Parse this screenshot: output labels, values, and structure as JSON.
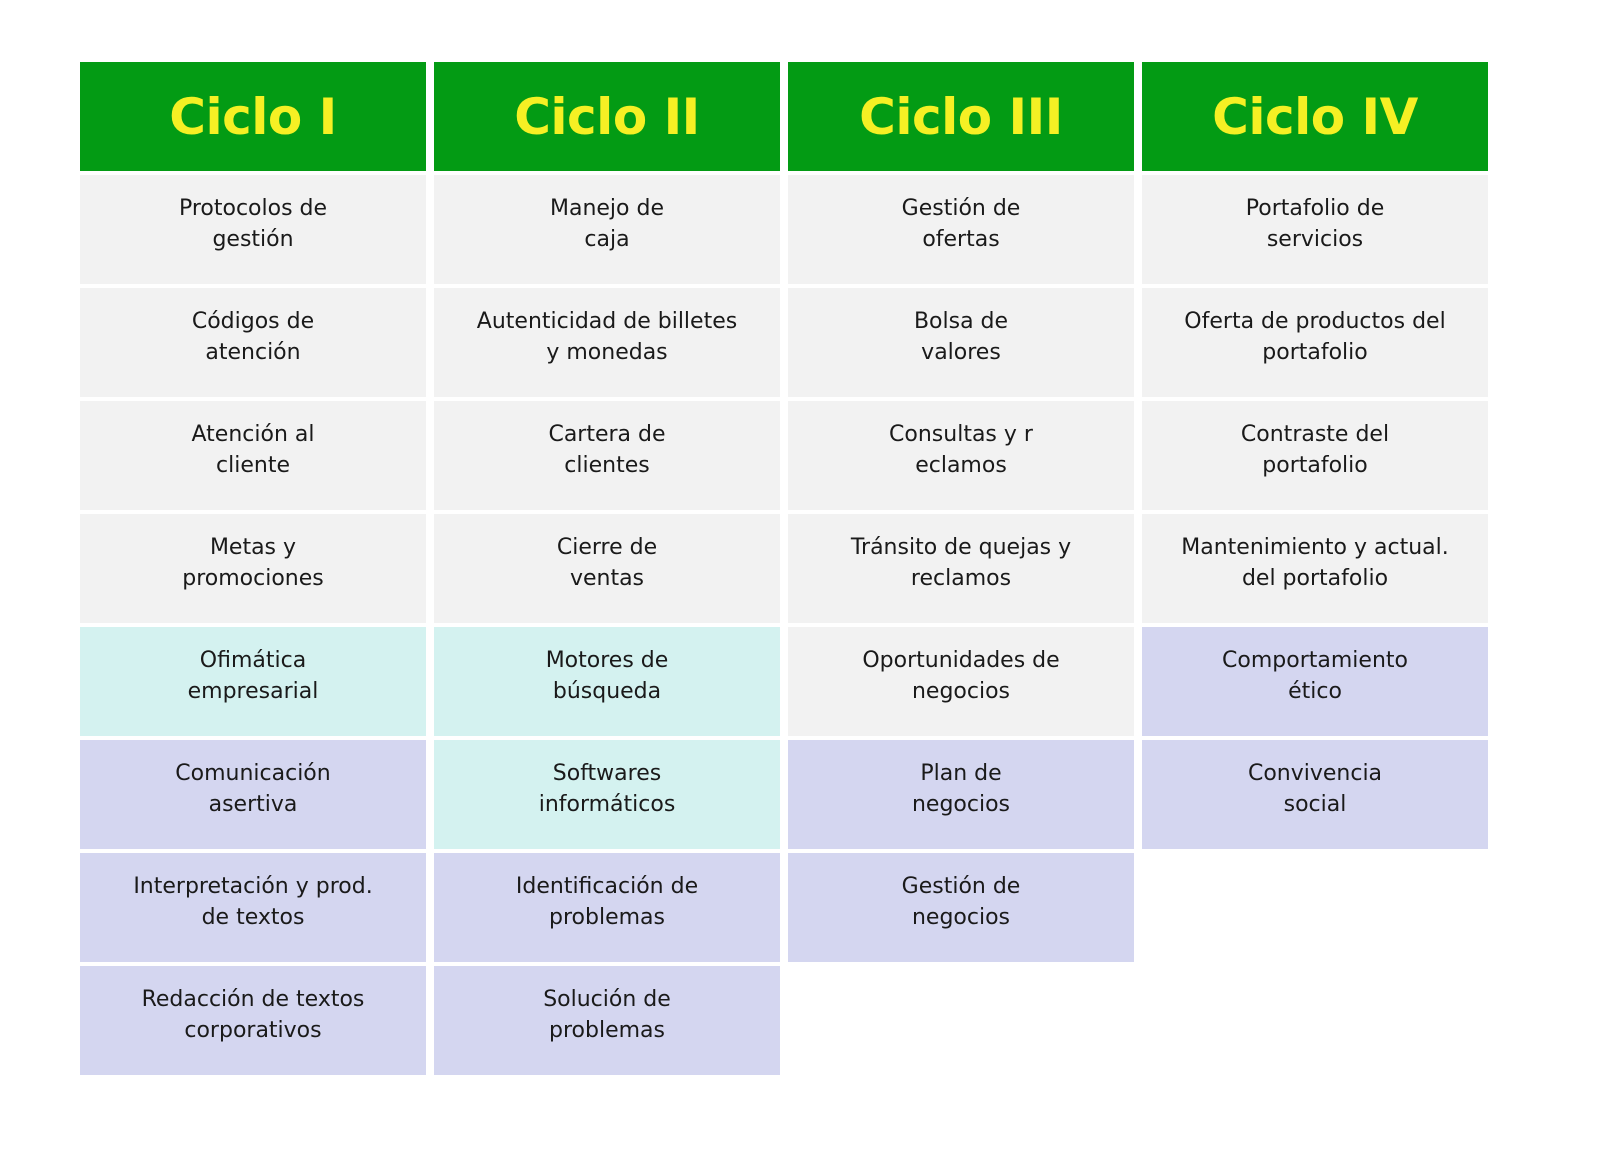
{
  "colors": {
    "header_bg": "#039b14",
    "header_text": "#f5f024",
    "gray": "#f2f2f2",
    "cyan": "#d4f2f0",
    "lavender": "#d4d6f0"
  },
  "columns": [
    {
      "title": "Ciclo I",
      "cells": [
        {
          "l1": "Protocolos de",
          "l2": "gestión",
          "fill": "gray"
        },
        {
          "l1": "Códigos de",
          "l2": "atención",
          "fill": "gray"
        },
        {
          "l1": "Atención al",
          "l2": "cliente",
          "fill": "gray"
        },
        {
          "l1": "Metas y",
          "l2": "promociones",
          "fill": "gray"
        },
        {
          "l1": "Ofimática",
          "l2": "empresarial",
          "fill": "cyan"
        },
        {
          "l1": "Comunicación",
          "l2": "asertiva",
          "fill": "lavender"
        },
        {
          "l1": "Interpretación y prod.",
          "l2": "de textos",
          "fill": "lavender"
        },
        {
          "l1": "Redacción de textos",
          "l2": "corporativos",
          "fill": "lavender"
        }
      ]
    },
    {
      "title": "Ciclo II",
      "cells": [
        {
          "l1": "Manejo de",
          "l2": "caja",
          "fill": "gray"
        },
        {
          "l1": "Autenticidad de billetes",
          "l2": "y monedas",
          "fill": "gray"
        },
        {
          "l1": "Cartera de",
          "l2": "clientes",
          "fill": "gray"
        },
        {
          "l1": "Cierre de",
          "l2": "ventas",
          "fill": "gray"
        },
        {
          "l1": "Motores de",
          "l2": "búsqueda",
          "fill": "cyan"
        },
        {
          "l1": "Softwares",
          "l2": "informáticos",
          "fill": "cyan"
        },
        {
          "l1": "Identificación de",
          "l2": "problemas",
          "fill": "lavender"
        },
        {
          "l1": "Solución de",
          "l2": "problemas",
          "fill": "lavender"
        }
      ]
    },
    {
      "title": "Ciclo III",
      "cells": [
        {
          "l1": "Gestión de",
          "l2": "ofertas",
          "fill": "gray"
        },
        {
          "l1": "Bolsa de",
          "l2": "valores",
          "fill": "gray"
        },
        {
          "l1": "Consultas y r",
          "l2": "eclamos",
          "fill": "gray"
        },
        {
          "l1": "Tránsito de quejas y",
          "l2": "reclamos",
          "fill": "gray"
        },
        {
          "l1": "Oportunidades de",
          "l2": "negocios",
          "fill": "gray"
        },
        {
          "l1": "Plan de",
          "l2": "negocios",
          "fill": "lavender"
        },
        {
          "l1": "Gestión de",
          "l2": "negocios",
          "fill": "lavender"
        }
      ]
    },
    {
      "title": "Ciclo IV",
      "cells": [
        {
          "l1": "Portafolio de",
          "l2": "servicios",
          "fill": "gray"
        },
        {
          "l1": "Oferta de productos del",
          "l2": "portafolio",
          "fill": "gray"
        },
        {
          "l1": "Contraste del",
          "l2": "portafolio",
          "fill": "gray"
        },
        {
          "l1": "Mantenimiento y actual.",
          "l2": "del portafolio",
          "fill": "gray"
        },
        {
          "l1": "Comportamiento",
          "l2": "ético",
          "fill": "lavender"
        },
        {
          "l1": "Convivencia",
          "l2": "social",
          "fill": "lavender"
        }
      ]
    }
  ]
}
